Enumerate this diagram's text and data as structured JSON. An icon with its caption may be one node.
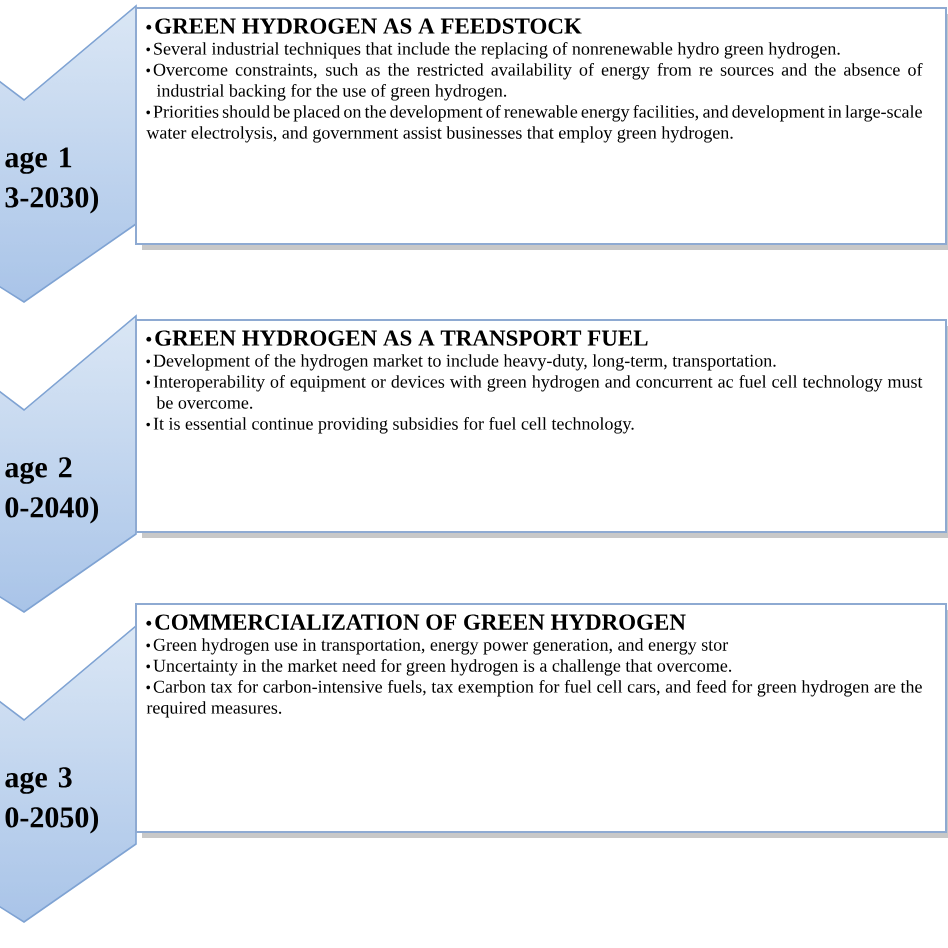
{
  "diagram": {
    "nodes": [
      {
        "text": [
          "age 1",
          "3-2030)"
        ]
      },
      {
        "text": [
          "GREEN HYDROGEN AS A FEEDSTOCK",
          "Several industrial techniques that include the replacing of nonrenewable hydro green hydrogen.",
          "Overcome constraints, such as the restricted availability of energy from re sources and the absence of industrial backing for the use of green hydrogen.",
          "Priorities should be placed on the development of renewable energy facilities, and development in large-scale water electrolysis, and government assist businesses that employ green hydrogen."
        ]
      },
      {
        "text": [
          "age 2",
          "0-2040)"
        ]
      },
      {
        "text": [
          "GREEN HYDROGEN AS A TRANSPORT FUEL",
          "Development of the hydrogen market to include heavy-duty, long-term, transportation.",
          "Interoperability of equipment or devices with green hydrogen and concurrent ac fuel cell technology must be overcome.",
          "It is essential continue providing subsidies for fuel cell technology."
        ]
      },
      {
        "text": [
          "age 3",
          "0-2050)"
        ]
      },
      {
        "text": [
          "COMMERCIALIZATION  OF GREEN HYDROGEN",
          "Green hydrogen use in transportation, energy power generation, and energy stor",
          "Uncertainty in the market need for green hydrogen is a challenge that overcome.",
          "Carbon tax for carbon-intensive fuels, tax exemption for fuel cell cars, and feed for green hydrogen are the required measures."
        ]
      }
    ]
  }
}
